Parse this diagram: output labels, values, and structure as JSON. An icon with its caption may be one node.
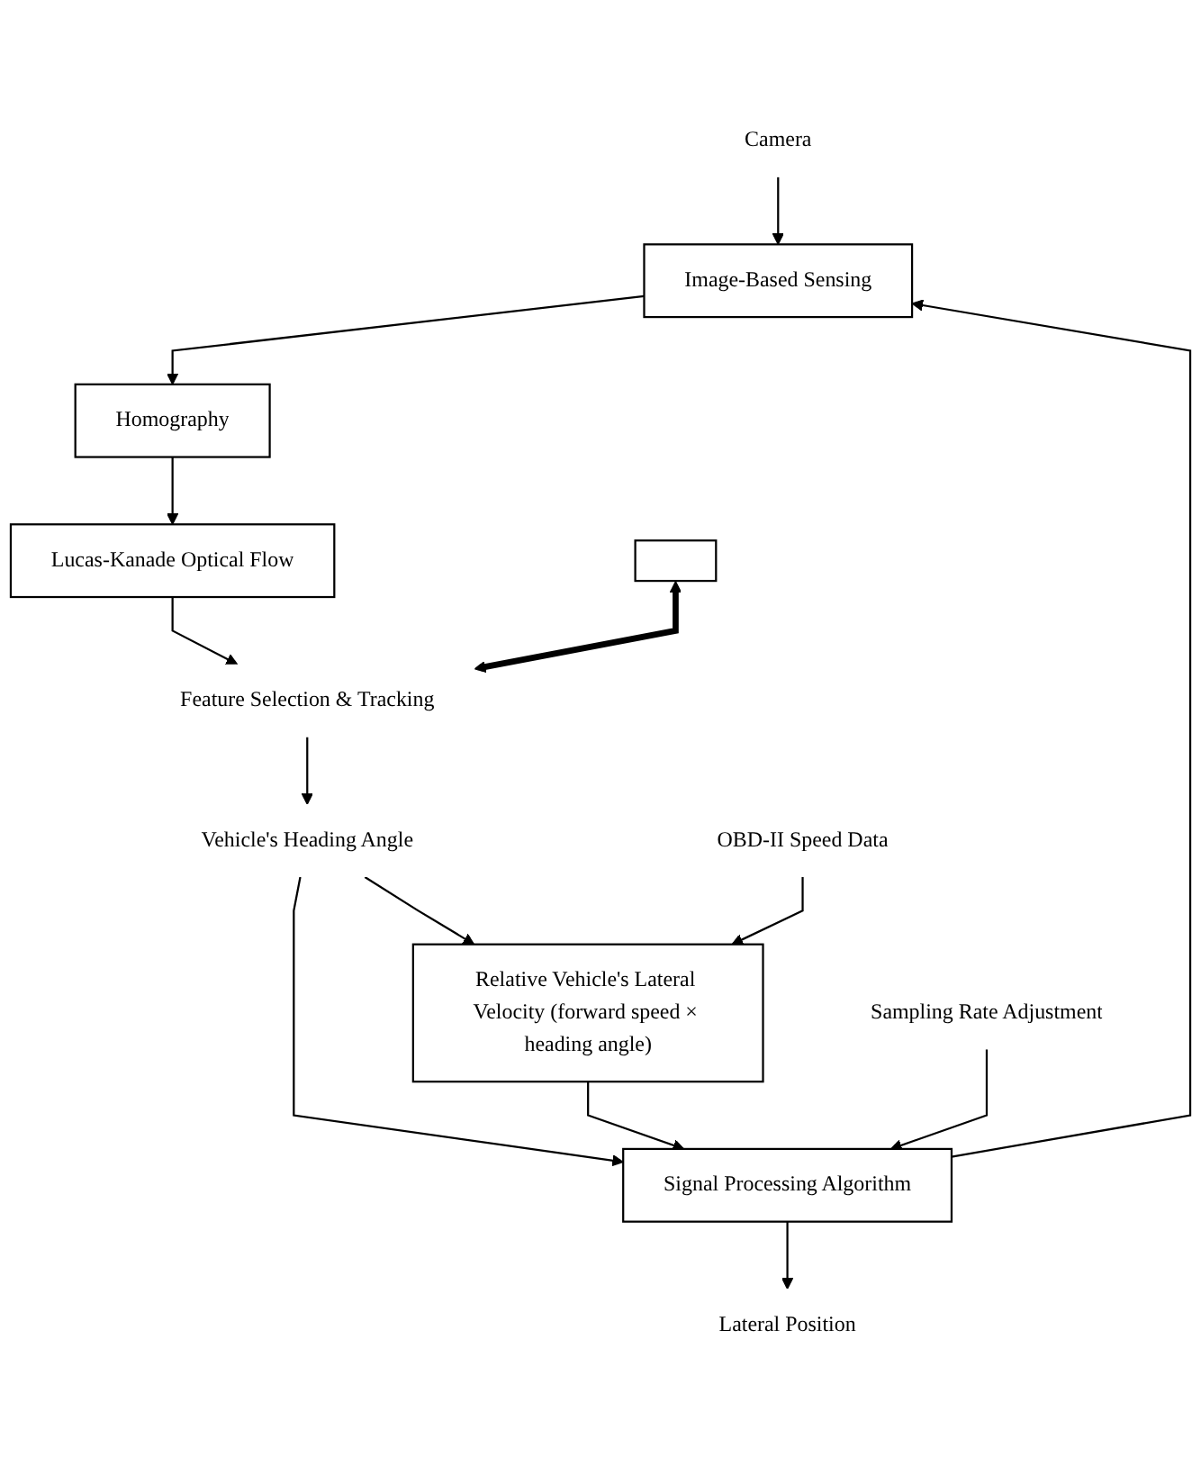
{
  "diagram": {
    "nodes": [
      {
        "text": [
          "Camera"
        ]
      },
      {
        "text": [
          "Image-Based Sensing"
        ]
      },
      {
        "text": [
          "Homography"
        ]
      },
      {
        "text": [
          "Lucas-Kanade Optical Flow"
        ]
      },
      {
        "text": [],
        "shape": "box"
      },
      {
        "text": [
          "Feature Selection & Tracking"
        ]
      },
      {
        "text": [
          "Vehicle's Heading Angle"
        ]
      },
      {
        "text": [
          "Signal Processing Algorithm"
        ]
      },
      {
        "text": [
          "Relative Vehicle's Lateral Velocity (forward speed × heading angle)"
        ]
      },
      {
        "text": [
          "Sampling Rate Adjustment"
        ]
      },
      {
        "text": [
          "OBD-II Speed Data"
        ]
      },
      {
        "text": [
          "Lateral Position"
        ]
      }
    ],
    "edges": [
      {
        "from": 0,
        "to": 1,
        "arrow": "to"
      },
      {
        "from": 1,
        "to": 2,
        "arrow": "to"
      },
      {
        "from": 2,
        "to": 3,
        "arrow": "to"
      },
      {
        "from": 3,
        "to": 5,
        "arrow": "to"
      },
      {
        "from": 4,
        "to": 5,
        "arrow": "both",
        "style": "thick"
      },
      {
        "from": 5,
        "to": 6,
        "arrow": "to"
      },
      {
        "from": 6,
        "to": 7,
        "arrow": "to"
      },
      {
        "from": 6,
        "to": 8,
        "arrow": "to"
      },
      {
        "from": 8,
        "to": 7,
        "arrow": "to"
      },
      {
        "from": 9,
        "to": 7,
        "arrow": "to"
      },
      {
        "from": 10,
        "to": 8,
        "arrow": "to"
      },
      {
        "from": 7,
        "to": 1,
        "arrow": "to"
      },
      {
        "from": 7,
        "to": 11,
        "arrow": "to"
      }
    ]
  }
}
